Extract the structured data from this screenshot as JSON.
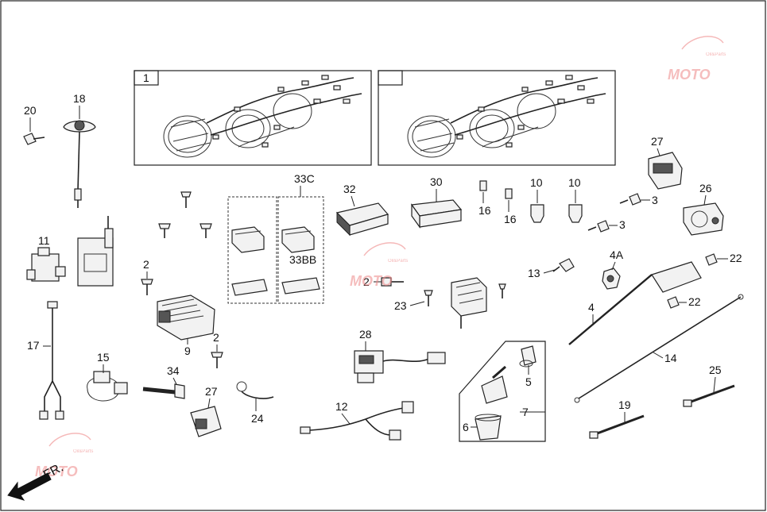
{
  "labels": {
    "p1": "1",
    "p2a": "2",
    "p2b": "2",
    "p2c": "2",
    "p3a": "3",
    "p3b": "3",
    "p4": "4",
    "p4a": "4A",
    "p5": "5",
    "p6": "6",
    "p7": "7",
    "p9": "9",
    "p10a": "10",
    "p10b": "10",
    "p11": "11",
    "p12": "12",
    "p13": "13",
    "p14": "14",
    "p15": "15",
    "p16a": "16",
    "p16b": "16",
    "p17": "17",
    "p18": "18",
    "p19": "19",
    "p20": "20",
    "p22a": "22",
    "p22b": "22",
    "p23": "23",
    "p24": "24",
    "p25": "25",
    "p26": "26",
    "p27a": "27",
    "p27b": "27",
    "p28": "28",
    "p30": "30",
    "p32": "32",
    "p33c": "33C",
    "p33bb": "33BB",
    "p34": "34"
  },
  "direction": {
    "text": "FR."
  },
  "watermark": {
    "text": "MOTO",
    "sub": "Oil&Parts"
  },
  "colors": {
    "line": "#222222",
    "watermark": "#e88888"
  }
}
